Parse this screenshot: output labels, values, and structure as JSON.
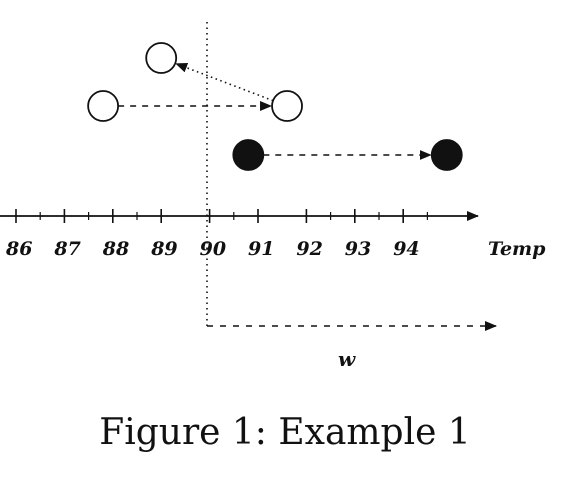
{
  "axis": {
    "ticks": [
      "86",
      "87",
      "88",
      "89",
      "90",
      "91",
      "92",
      "93",
      "94"
    ],
    "label": "Temp"
  },
  "window_label": "w",
  "points": [
    {
      "value": 89.0,
      "fill": "open"
    },
    {
      "value": 87.8,
      "fill": "open"
    },
    {
      "value": 91.6,
      "fill": "open"
    },
    {
      "value": 90.8,
      "fill": "solid"
    },
    {
      "value": 94.9,
      "fill": "solid"
    }
  ],
  "arrows": [
    {
      "from": 2,
      "to": 0,
      "style": "dotted"
    },
    {
      "from": 1,
      "to": 2,
      "style": "dashed"
    },
    {
      "from": 3,
      "to": 4,
      "style": "dashed"
    }
  ],
  "caption": "Figure 1: Example 1",
  "colors": {
    "ink": "#111111",
    "background": "#ffffff"
  }
}
